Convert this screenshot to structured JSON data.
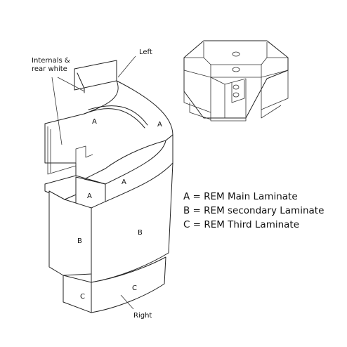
{
  "annotations": {
    "internals_line1": "Internals &",
    "internals_line2": "rear white",
    "left": "Left",
    "right": "Right"
  },
  "face_labels": {
    "top_rear": "A",
    "top_curve": "A",
    "front_top": "A",
    "end_top": "A",
    "end_mid": "B",
    "front_mid": "B",
    "end_plinth": "C",
    "front_plinth": "C"
  },
  "legend": [
    "A = REM Main Laminate",
    "B = REM secondary Laminate",
    "C = REM Third Laminate"
  ]
}
